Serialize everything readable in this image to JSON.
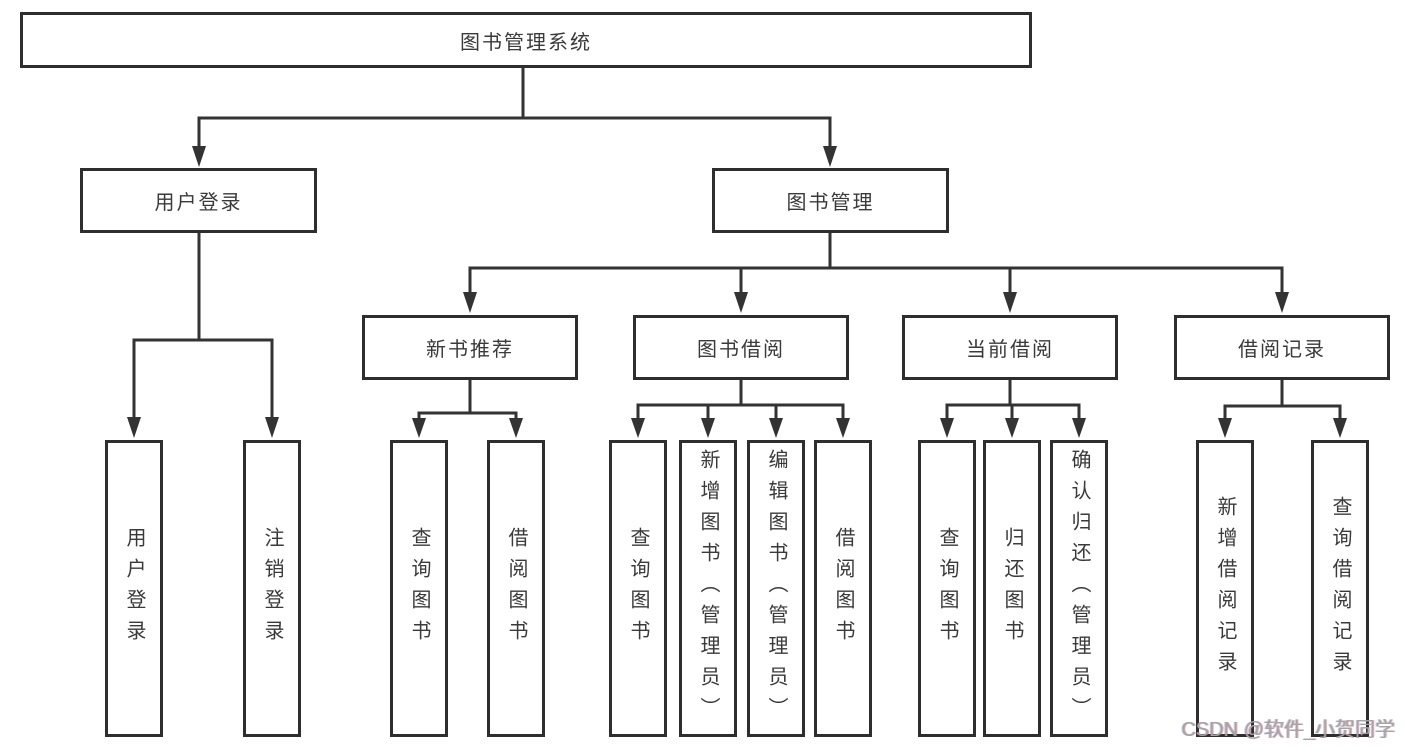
{
  "tree": {
    "root": {
      "label": "图书管理系统"
    },
    "branches": [
      {
        "label": "用户登录",
        "children": [
          {
            "label": "用户登录"
          },
          {
            "label": "注销登录"
          }
        ]
      },
      {
        "label": "图书管理",
        "children": [
          {
            "label": "新书推荐",
            "children": [
              {
                "label": "查询图书"
              },
              {
                "label": "借阅图书"
              }
            ]
          },
          {
            "label": "图书借阅",
            "children": [
              {
                "label": "查询图书"
              },
              {
                "label": "新增图书（管理员）"
              },
              {
                "label": "编辑图书（管理员）"
              },
              {
                "label": "借阅图书"
              }
            ]
          },
          {
            "label": "当前借阅",
            "children": [
              {
                "label": "查询图书"
              },
              {
                "label": "归还图书"
              },
              {
                "label": "确认归还（管理员）"
              }
            ]
          },
          {
            "label": "借阅记录",
            "children": [
              {
                "label": "新增借阅记录"
              },
              {
                "label": "查询借阅记录"
              }
            ]
          }
        ]
      }
    ]
  },
  "watermark": {
    "text": "CSDN @软件_小贺同学"
  },
  "colors": {
    "line": "#333333",
    "border": "#2e2e2e",
    "text": "#3a3a3a",
    "watermark": "#a5a5a5",
    "background": "#ffffff"
  }
}
